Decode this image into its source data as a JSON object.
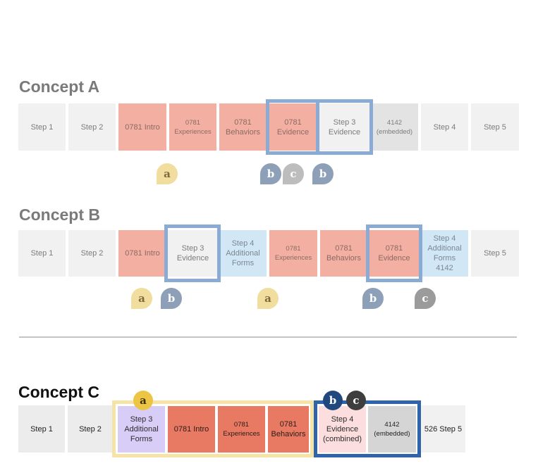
{
  "concept_a": {
    "title": "Concept A",
    "steps": [
      "Step 1",
      "Step 2",
      "0781 Intro",
      "0781\nExperiences",
      "0781\nBehaviors",
      "0781\nEvidence",
      "Step 3\nEvidence",
      "4142\n(embedded)",
      "Step 4",
      "Step 5"
    ],
    "badges": [
      "a",
      "b",
      "c",
      "b"
    ]
  },
  "concept_b": {
    "title": "Concept B",
    "steps": [
      "Step 1",
      "Step 2",
      "0781 Intro",
      "Step 3\nEvidence",
      "Step 4\nAdditional\nForms",
      "0781\nExperiences",
      "0781\nBehaviors",
      "0781\nEvidence",
      "Step 4\nAdditional\nForms\n4142",
      "Step 5"
    ],
    "badges": [
      "a",
      "b",
      "a",
      "b",
      "c"
    ]
  },
  "concept_c": {
    "title": "Concept C",
    "steps": [
      "Step 1",
      "Step 2",
      "Step 3\nAdditional\nForms",
      "0781 Intro",
      "0781\nExperiences",
      "0781\nBehaviors",
      "Step 4\nEvidence\n(combined)",
      "4142\n(embedded)",
      "526 Step 5"
    ],
    "badges": [
      "a",
      "b",
      "c"
    ]
  },
  "colors": {
    "gray": "#f1f1f1",
    "salmon": "#f3b0a2",
    "light_blue": "#d1e7f6",
    "frame_blue": "#8aabd3",
    "yellow_frame": "#f6e3a6",
    "dark_blue_frame": "#2f64aa",
    "red": "#e87a63",
    "purple": "#d8cdf7"
  }
}
